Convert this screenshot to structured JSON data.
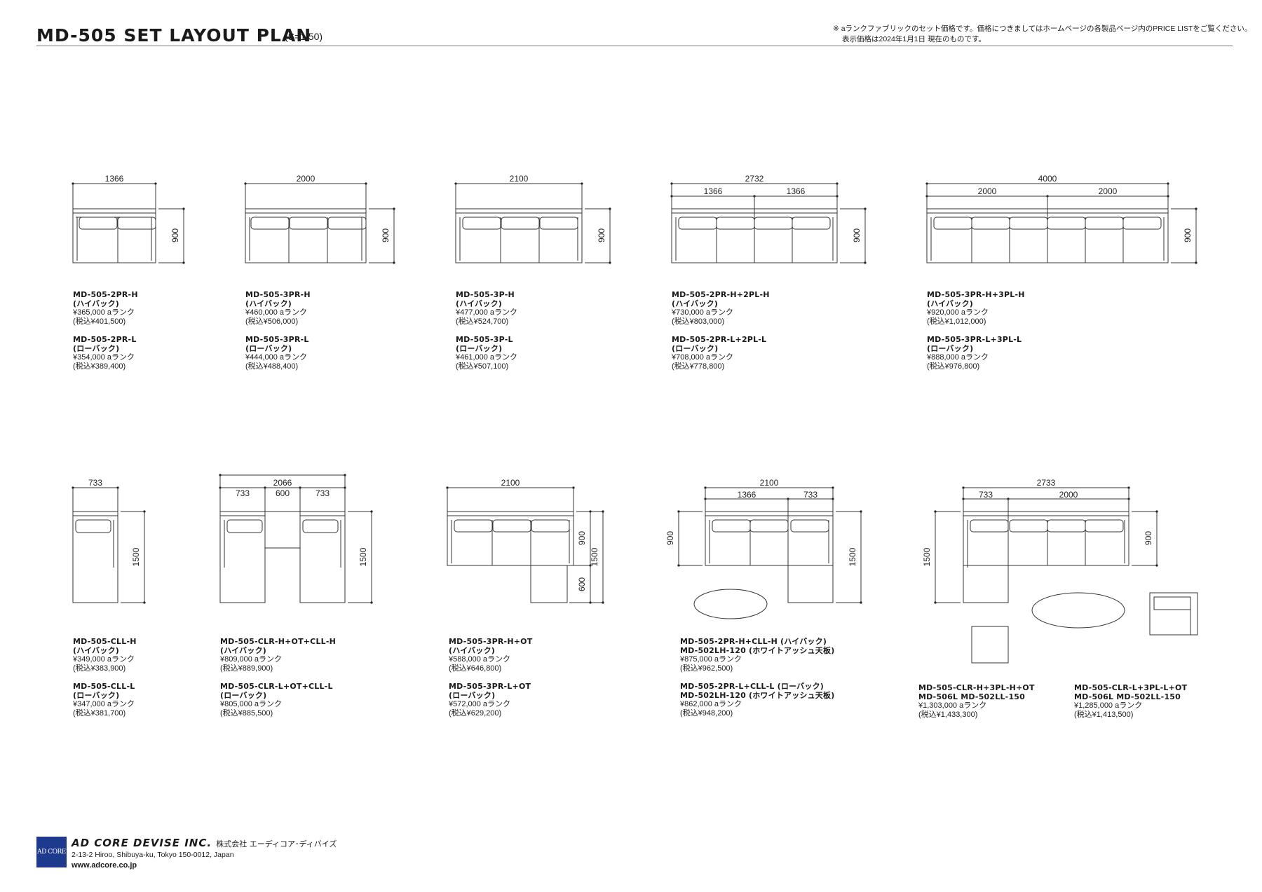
{
  "header": {
    "title": "MD-505  SET LAYOUT PLAN",
    "scale": "(S=1/50)",
    "note_line1": "※ aランクファブリックのセット価格です。価格につきましてはホームページの各製品ページ内のPRICE LISTをご覧ください。",
    "note_line2": "表示価格は2024年1月1日 現在のものです。"
  },
  "dimensions": {
    "d1366": "1366",
    "d2000": "2000",
    "d2100": "2100",
    "d2732": "2732",
    "d4000": "4000",
    "d900": "900",
    "d733": "733",
    "d2066": "2066",
    "d600": "600",
    "d1500": "1500",
    "d2733": "2733"
  },
  "captions": {
    "r1c1": {
      "h_model": "MD-505-2PR-H",
      "h_type": "(ハイバック)",
      "h_price": "¥365,000 aランク",
      "h_tax": "(税込¥401,500)",
      "l_model": "MD-505-2PR-L",
      "l_type": "(ローバック)",
      "l_price": "¥354,000 aランク",
      "l_tax": "(税込¥389,400)"
    },
    "r1c2": {
      "h_model": "MD-505-3PR-H",
      "h_type": "(ハイバック)",
      "h_price": "¥460,000 aランク",
      "h_tax": "(税込¥506,000)",
      "l_model": "MD-505-3PR-L",
      "l_type": "(ローバック)",
      "l_price": "¥444,000 aランク",
      "l_tax": "(税込¥488,400)"
    },
    "r1c3": {
      "h_model": "MD-505-3P-H",
      "h_type": "(ハイバック)",
      "h_price": "¥477,000 aランク",
      "h_tax": "(税込¥524,700)",
      "l_model": "MD-505-3P-L",
      "l_type": "(ローバック)",
      "l_price": "¥461,000 aランク",
      "l_tax": "(税込¥507,100)"
    },
    "r1c4": {
      "h_model": "MD-505-2PR-H+2PL-H",
      "h_type": "(ハイバック)",
      "h_price": "¥730,000 aランク",
      "h_tax": "(税込¥803,000)",
      "l_model": "MD-505-2PR-L+2PL-L",
      "l_type": "(ローバック)",
      "l_price": "¥708,000 aランク",
      "l_tax": "(税込¥778,800)"
    },
    "r1c5": {
      "h_model": "MD-505-3PR-H+3PL-H",
      "h_type": "(ハイバック)",
      "h_price": "¥920,000 aランク",
      "h_tax": "(税込¥1,012,000)",
      "l_model": "MD-505-3PR-L+3PL-L",
      "l_type": "(ローバック)",
      "l_price": "¥888,000 aランク",
      "l_tax": "(税込¥976,800)"
    },
    "r2c1": {
      "h_model": "MD-505-CLL-H",
      "h_type": "(ハイバック)",
      "h_price": "¥349,000 aランク",
      "h_tax": "(税込¥383,900)",
      "l_model": "MD-505-CLL-L",
      "l_type": "(ローバック)",
      "l_price": "¥347,000 aランク",
      "l_tax": "(税込¥381,700)"
    },
    "r2c2": {
      "h_model": "MD-505-CLR-H+OT+CLL-H",
      "h_type": "(ハイバック)",
      "h_price": "¥809,000 aランク",
      "h_tax": "(税込¥889,900)",
      "l_model": "MD-505-CLR-L+OT+CLL-L",
      "l_type": "(ローバック)",
      "l_price": "¥805,000 aランク",
      "l_tax": "(税込¥885,500)"
    },
    "r2c3": {
      "h_model": "MD-505-3PR-H+OT",
      "h_type": "(ハイバック)",
      "h_price": "¥588,000 aランク",
      "h_tax": "(税込¥646,800)",
      "l_model": "MD-505-3PR-L+OT",
      "l_type": "(ローバック)",
      "l_price": "¥572,000 aランク",
      "l_tax": "(税込¥629,200)"
    },
    "r2c4": {
      "h_model": "MD-505-2PR-H+CLL-H (ハイバック)",
      "h_type": "MD-502LH-120 (ホワイトアッシュ天板)",
      "h_price": "¥875,000 aランク",
      "h_tax": "(税込¥962,500)",
      "l_model": "MD-505-2PR-L+CLL-L (ローバック)",
      "l_type": "MD-502LH-120 (ホワイトアッシュ天板)",
      "l_price": "¥862,000 aランク",
      "l_tax": "(税込¥948,200)"
    },
    "r2c5a": {
      "h_model": "MD-505-CLR-H+3PL-H+OT",
      "h_type": "MD-506L  MD-502LL-150",
      "h_price": "¥1,303,000 aランク",
      "h_tax": "(税込¥1,433,300)"
    },
    "r2c5b": {
      "h_model": "MD-505-CLR-L+3PL-L+OT",
      "h_type": "MD-506L  MD-502LL-150",
      "h_price": "¥1,285,000 aランク",
      "h_tax": "(税込¥1,413,500)"
    }
  },
  "footer": {
    "logo_text": "AD CORE",
    "company": "AD CORE DEVISE INC.",
    "company_jp": "株式会社 エーディコア･ディバイズ",
    "address": "2-13-2 Hiroo, Shibuya-ku, Tokyo 150-0012, Japan",
    "website": "www.adcore.co.jp"
  },
  "colors": {
    "ink": "#1a1a1a",
    "line": "#333333",
    "logo_bg": "#1e3a8f"
  }
}
